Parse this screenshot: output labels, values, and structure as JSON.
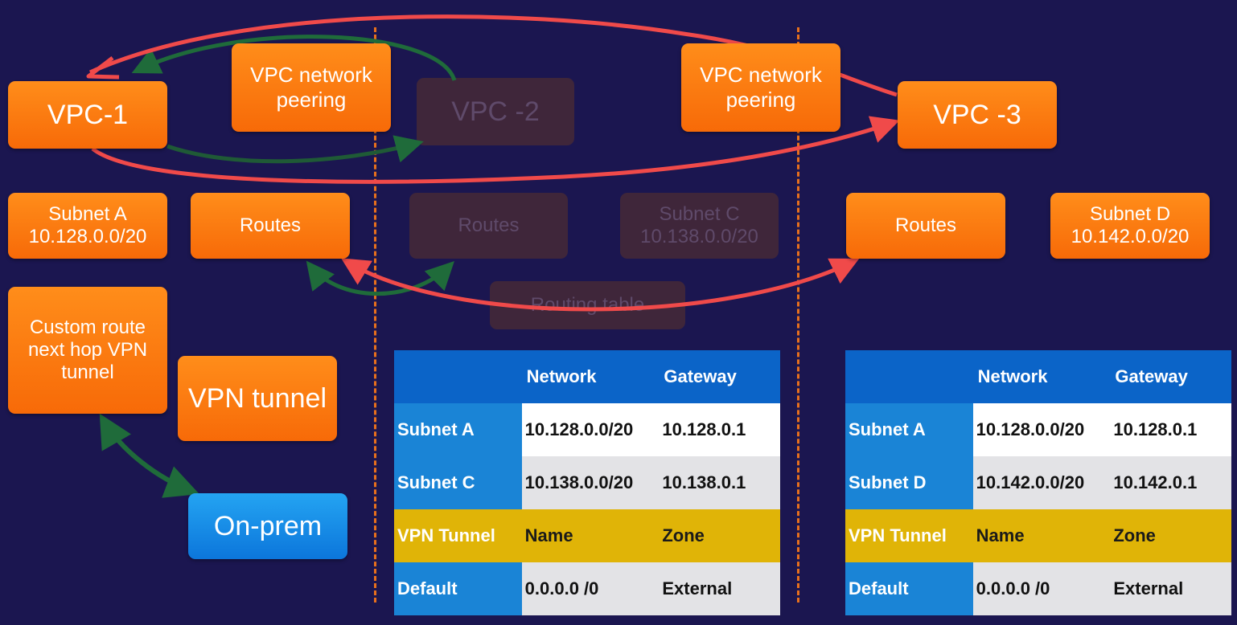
{
  "boxes": {
    "vpc1": "VPC-1",
    "peering1": "VPC network\npeering",
    "vpc2": "VPC -2",
    "peering2": "VPC network\npeering",
    "vpc3": "VPC -3",
    "subnet_a": "Subnet A\n10.128.0.0/20",
    "routes1": "Routes",
    "routes2": "Routes",
    "subnet_c": "Subnet C\n10.138.0.0/20",
    "routes3": "Routes",
    "subnet_d": "Subnet D\n10.142.0.0/20",
    "routing_table": "Routing table",
    "custom_route": "Custom route\nnext hop VPN\ntunnel",
    "vpn_tunnel": "VPN tunnel",
    "on_prem": "On-prem"
  },
  "tables": [
    {
      "header": [
        "",
        "Network",
        "Gateway"
      ],
      "rows": [
        [
          "Subnet A",
          "10.128.0.0/20",
          "10.128.0.1"
        ],
        [
          "Subnet C",
          "10.138.0.0/20",
          "10.138.0.1"
        ],
        [
          "VPN Tunnel",
          "Name",
          "Zone"
        ],
        [
          "Default",
          "0.0.0.0 /0",
          "External"
        ]
      ]
    },
    {
      "header": [
        "",
        "Network",
        "Gateway"
      ],
      "rows": [
        [
          "Subnet A",
          "10.128.0.0/20",
          "10.128.0.1"
        ],
        [
          "Subnet D",
          "10.142.0.0/20",
          "10.142.0.1"
        ],
        [
          "VPN Tunnel",
          "Name",
          "Zone"
        ],
        [
          "Default",
          "0.0.0.0 /0",
          "External"
        ]
      ]
    }
  ],
  "colors": {
    "background": "#1b1650",
    "box_orange": "#f97a0e",
    "box_faded": "#3f263a",
    "box_blue": "#1690e6",
    "arrow_red": "#f04a4a",
    "arrow_green": "#1f6b3a",
    "divider": "#e8701c",
    "table_header": "#0b64c8",
    "table_label": "#1a84d6",
    "table_vpn_row": "#e0b407"
  }
}
